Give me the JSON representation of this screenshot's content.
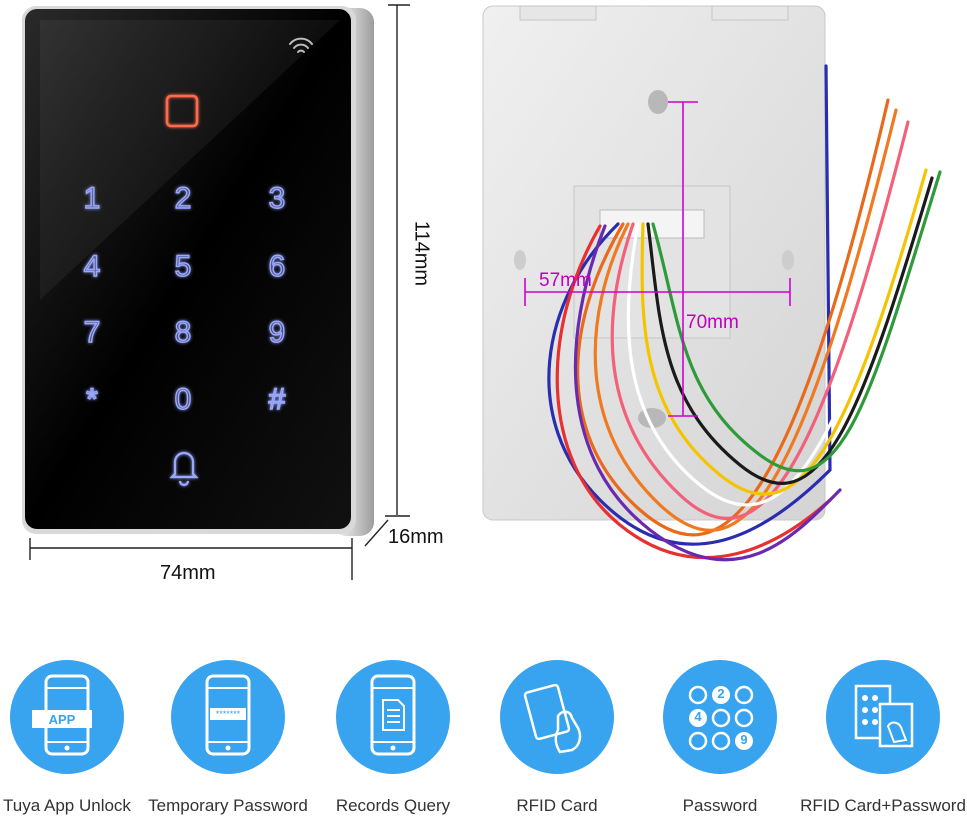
{
  "dimensions": {
    "height": "114mm",
    "width": "74mm",
    "depth": "16mm",
    "hole_horizontal": "57mm",
    "hole_vertical": "70mm"
  },
  "keypad": {
    "keys": [
      "1",
      "2",
      "3",
      "4",
      "5",
      "6",
      "7",
      "8",
      "9",
      "*",
      "0",
      "#"
    ],
    "icons": [
      "wifi-icon",
      "rfid-reader-icon",
      "bell-icon"
    ]
  },
  "features": [
    {
      "label": "Tuya App Unlock",
      "icon": "phone-app-icon",
      "badge": "APP"
    },
    {
      "label": "Temporary Password",
      "icon": "phone-password-icon",
      "badge": "*******"
    },
    {
      "label": "Records Query",
      "icon": "phone-records-icon"
    },
    {
      "label": "RFID Card",
      "icon": "rfid-card-icon"
    },
    {
      "label": "Password",
      "icon": "keypad-password-icon",
      "digits": [
        "2",
        "4",
        "9"
      ]
    },
    {
      "label": "RFID Card+Password",
      "icon": "card-plus-password-icon"
    }
  ],
  "colors": {
    "feature_circle": "#38a3ee",
    "key_glow": "#9aa8ff",
    "rfid_glow": "#ff6a4d",
    "dimension_magenta": "#c000c0"
  }
}
